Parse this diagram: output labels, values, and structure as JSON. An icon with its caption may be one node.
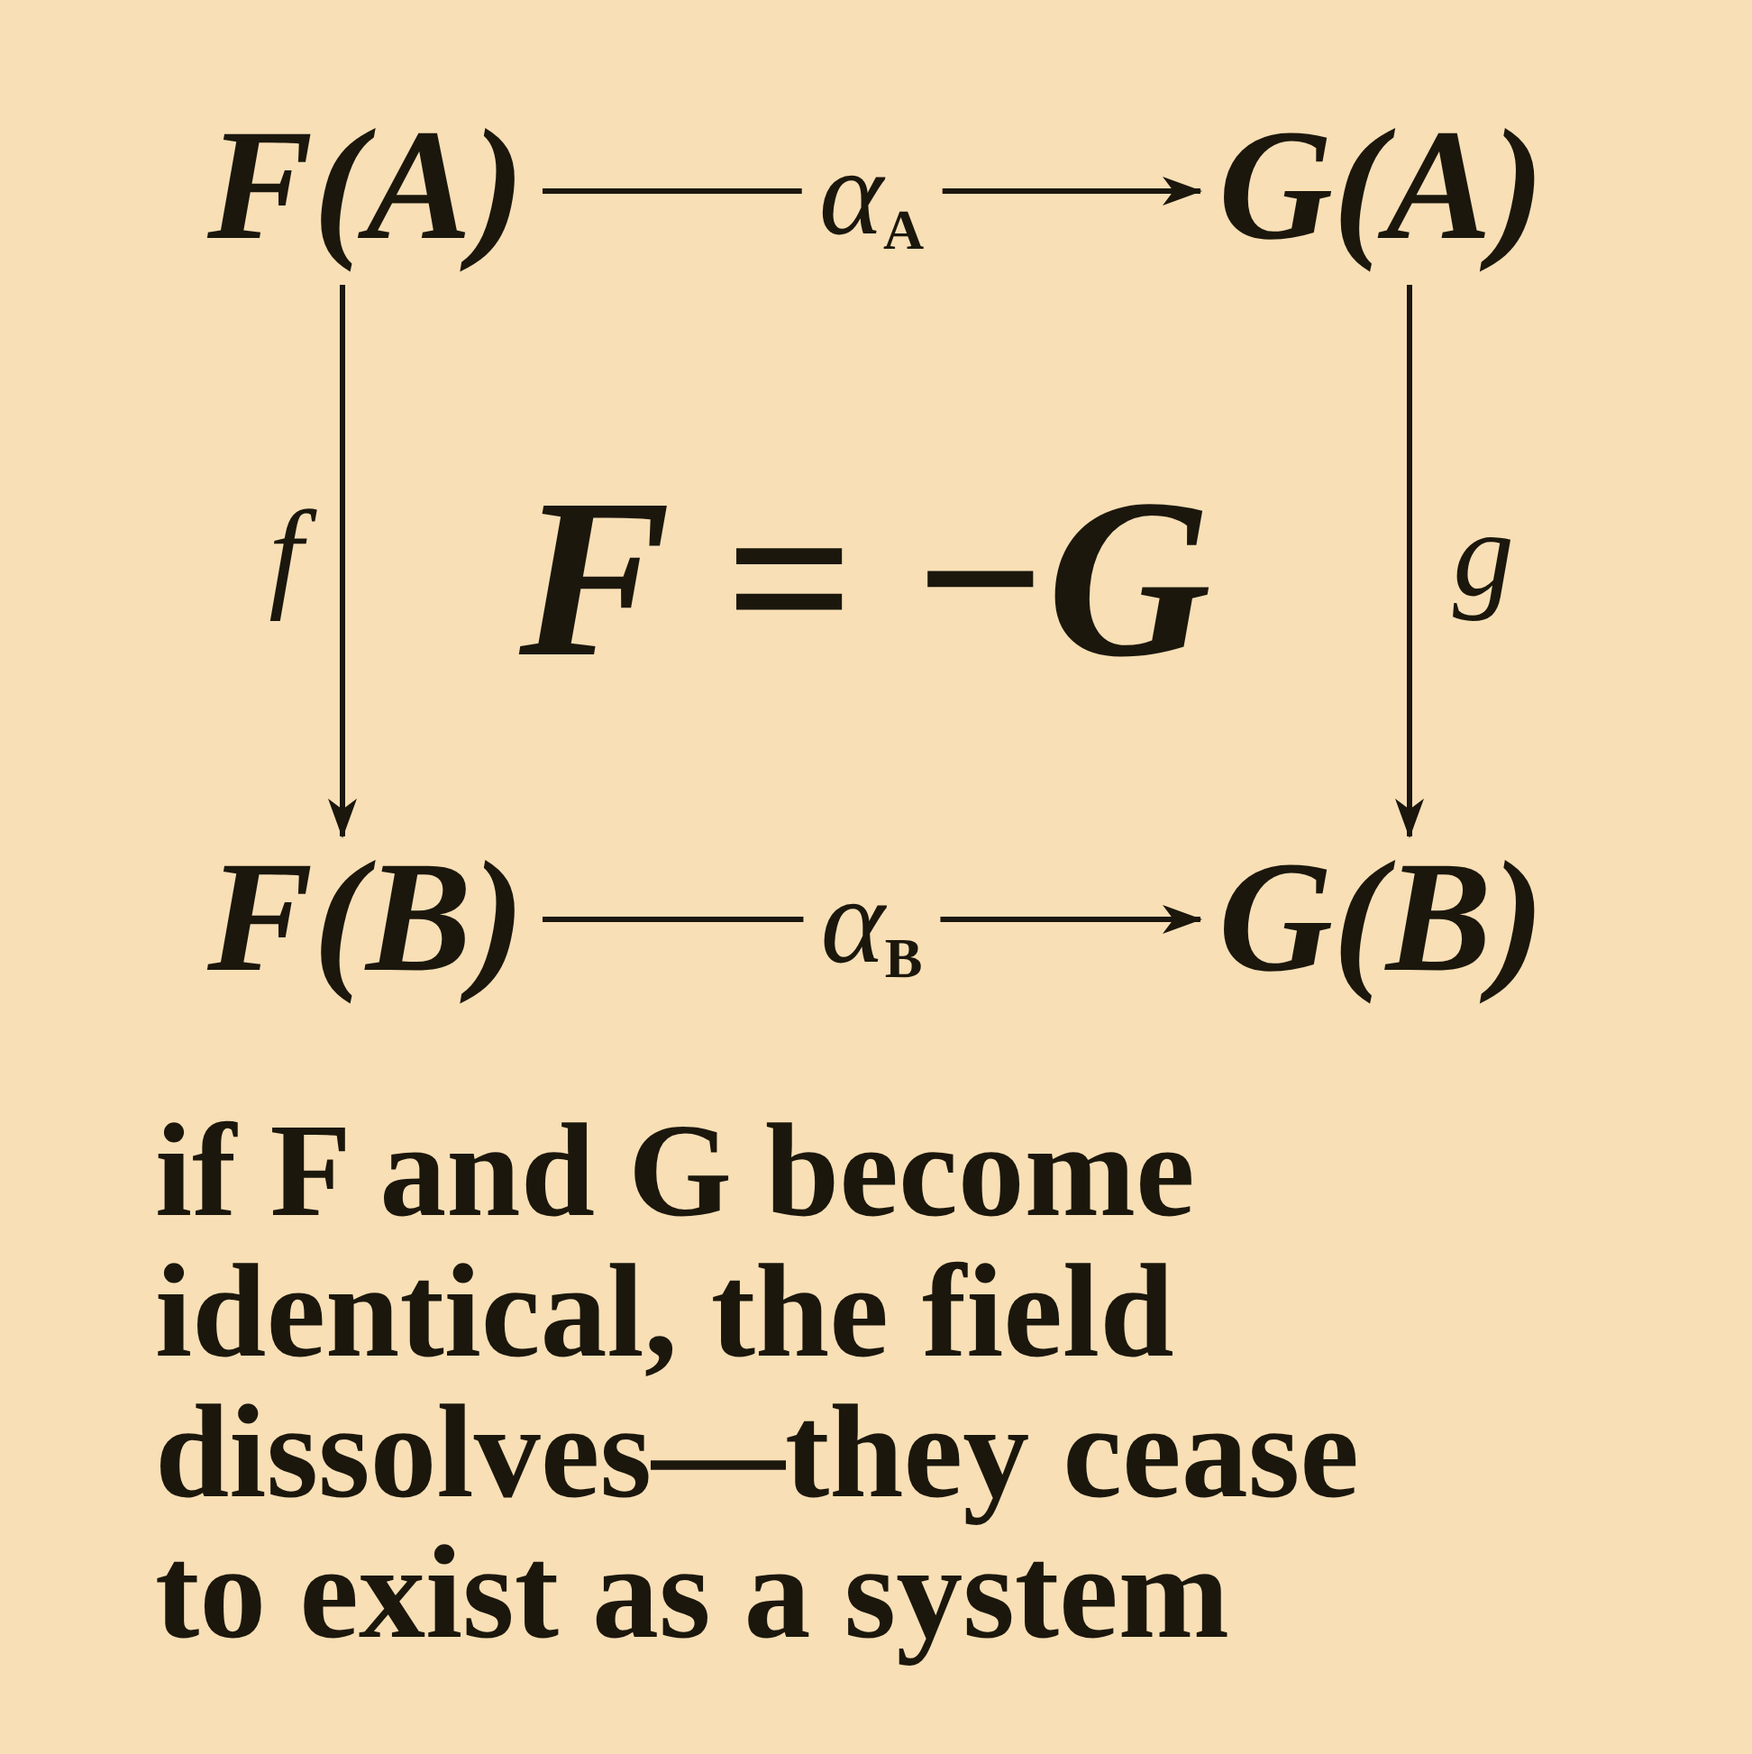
{
  "diagram": {
    "nodes": [
      {
        "text": [
          "F(A)"
        ]
      },
      {
        "text": [
          "G(A)"
        ]
      },
      {
        "text": [
          "F(B)"
        ]
      },
      {
        "text": [
          "G(B)"
        ]
      }
    ],
    "edges": [
      {
        "from": 0,
        "to": 1,
        "arrow": "to",
        "label": "α$_{A}$"
      },
      {
        "from": 0,
        "to": 2,
        "arrow": "to",
        "label": "f"
      },
      {
        "from": 1,
        "to": 3,
        "arrow": "to",
        "label": "g"
      },
      {
        "from": 2,
        "to": 3,
        "arrow": "to",
        "label": "α$_{B}$"
      }
    ],
    "labels": [
      "F = −G"
    ],
    "caption": "if F and G become identical, the field dissolves—they cease to exist as a system"
  }
}
